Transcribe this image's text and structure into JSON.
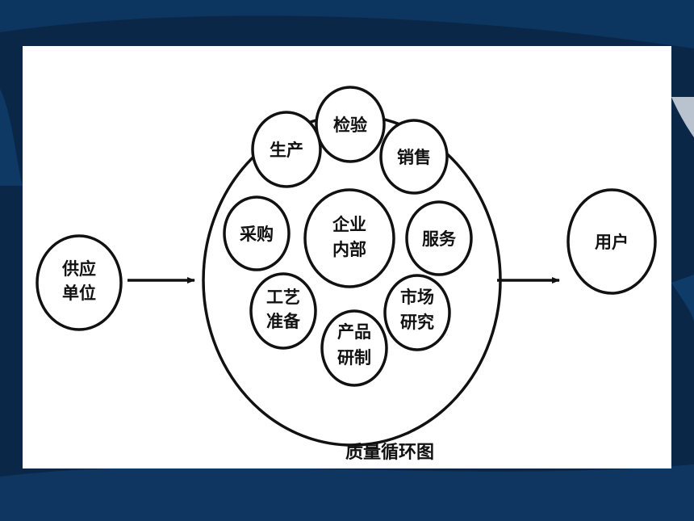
{
  "diagram": {
    "supplier": [
      "供应",
      "单位"
    ],
    "user": "用户",
    "center": [
      "企业",
      "内部"
    ],
    "inspection": "检验",
    "production": "生产",
    "sales": "销售",
    "purchasing": "采购",
    "service": "服务",
    "process_prep": [
      "工艺",
      "准备"
    ],
    "market_research": [
      "市场",
      "研究"
    ],
    "product_dev": [
      "产品",
      "研制"
    ],
    "caption": "质量循环图"
  },
  "colors": {
    "background": "#0b2a4e",
    "panel": "#ffffff",
    "ink": "#111111"
  }
}
